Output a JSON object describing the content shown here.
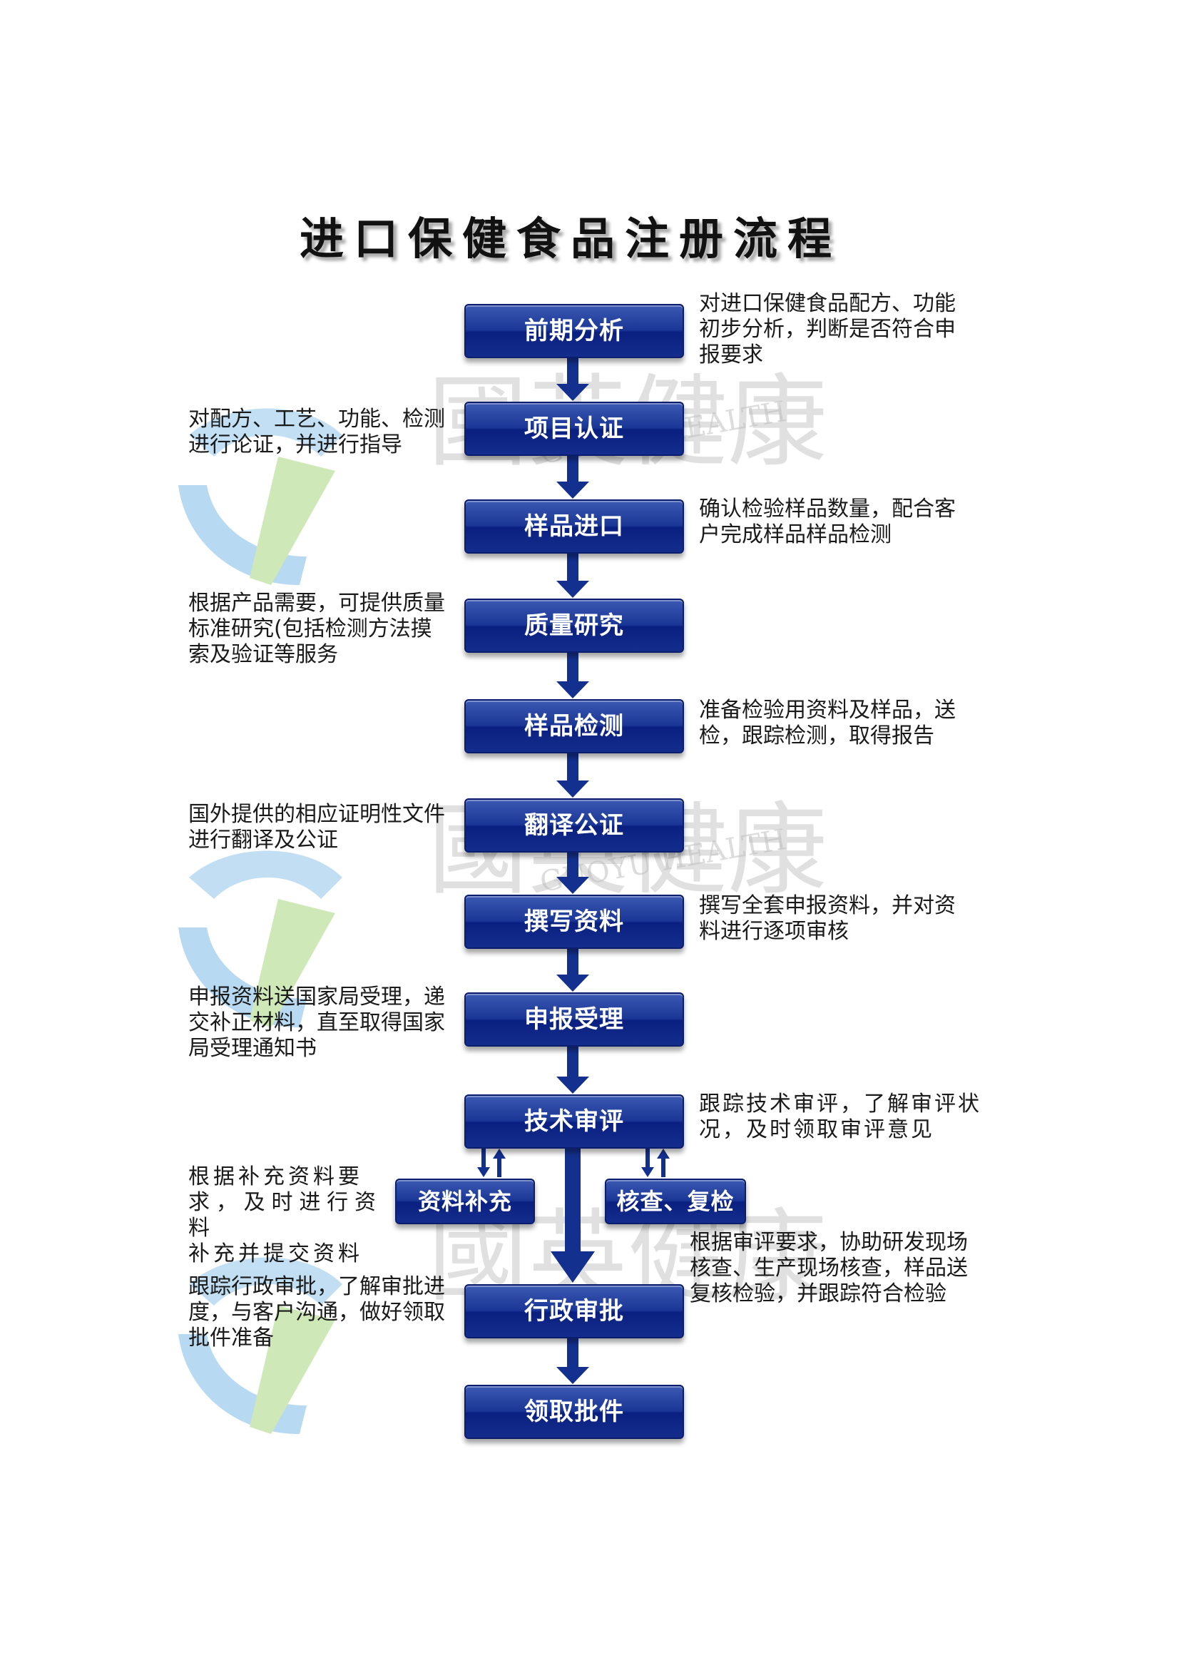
{
  "title": "进口保健食品注册流程",
  "colors": {
    "box": "#1b3796",
    "arrow": "#14308f"
  },
  "watermark": {
    "brand_cn": "國英健康",
    "brand_en": "GUOYU HEALTH"
  },
  "steps": [
    {
      "label": "前期分析"
    },
    {
      "label": "项目认证"
    },
    {
      "label": "样品进口"
    },
    {
      "label": "质量研究"
    },
    {
      "label": "样品检测"
    },
    {
      "label": "翻译公证"
    },
    {
      "label": "撰写资料"
    },
    {
      "label": "申报受理"
    },
    {
      "label": "技术审评"
    },
    {
      "label": "行政审批"
    },
    {
      "label": "领取批件"
    }
  ],
  "branches": [
    {
      "label": "资料补充"
    },
    {
      "label": "核查、复检"
    }
  ],
  "notes": [
    {
      "lines": [
        "对进口保健食品配方、功能",
        "初步分析，判断是否符合申",
        "报要求"
      ]
    },
    {
      "lines": [
        "对配方、工艺、功能、检测",
        "进行论证，并进行指导"
      ]
    },
    {
      "lines": [
        "确认检验样品数量，配合客",
        "户完成样品样品检测"
      ]
    },
    {
      "lines": [
        "根据产品需要，可提供质量",
        "标准研究(包括检测方法摸",
        "索及验证等服务"
      ]
    },
    {
      "lines": [
        "准备检验用资料及样品，送",
        "检，跟踪检测，取得报告"
      ]
    },
    {
      "lines": [
        "国外提供的相应证明性文件",
        "进行翻译及公证"
      ]
    },
    {
      "lines": [
        "撰写全套申报资料，并对资",
        "料进行逐项审核"
      ]
    },
    {
      "lines": [
        "申报资料送国家局受理，递",
        "交补正材料，直至取得国家",
        "局受理通知书"
      ]
    },
    {
      "lines": [
        "跟踪技术审评，了解审评状",
        "况，及时领取审评意见"
      ]
    },
    {
      "lines": [
        "根据补充资料要",
        "求，及时进行资料",
        "补充并提交资料"
      ]
    },
    {
      "lines": [
        "根据审评要求，协助研发现场",
        "核查、生产现场核查，样品送",
        "复核检验，并跟踪符合检验"
      ]
    },
    {
      "lines": [
        "跟踪行政审批，了解审批进",
        "度，与客户沟通，做好领取",
        "批件准备"
      ]
    }
  ]
}
